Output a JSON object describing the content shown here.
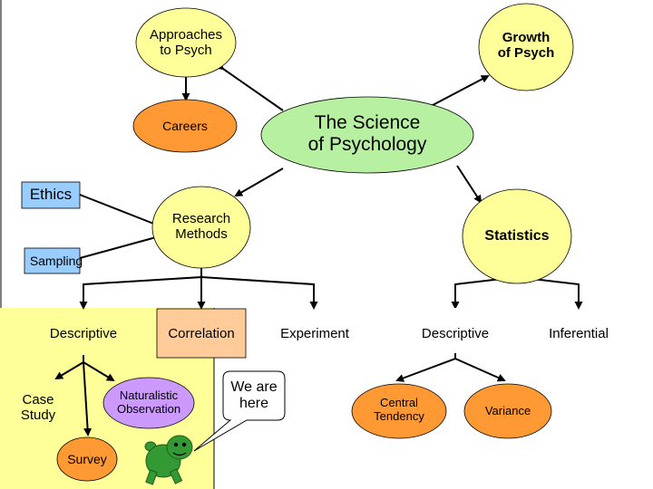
{
  "colors": {
    "background": "#ffffff",
    "node_yellow": "#ffff99",
    "node_orange": "#ff9933",
    "node_green": "#b7f0a0",
    "node_purple": "#cc99ff",
    "node_peach": "#ffcc99",
    "node_blue": "#99ccff",
    "highlight_panel": "#ffff99",
    "turtle_green": "#339933",
    "connector": "#000000"
  },
  "nodes": {
    "approaches": "Approaches\nto Psych",
    "growth": "Growth\nof Psych",
    "careers": "Careers",
    "science": "The Science\nof Psychology",
    "ethics": "Ethics",
    "research": "Research\nMethods",
    "statistics": "Statistics",
    "sampling": "Sampling",
    "descriptive_methods": "Descriptive",
    "correlation": "Correlation",
    "experiment": "Experiment",
    "descriptive_stats": "Descriptive",
    "inferential": "Inferential",
    "case_study": "Case\nStudy",
    "naturalistic": "Naturalistic\nObservation",
    "survey": "Survey",
    "central_tendency": "Central\nTendency",
    "variance": "Variance"
  },
  "callout": {
    "text": "We are\nhere"
  },
  "icons": {
    "mascot": "turtle-mascot-icon"
  }
}
